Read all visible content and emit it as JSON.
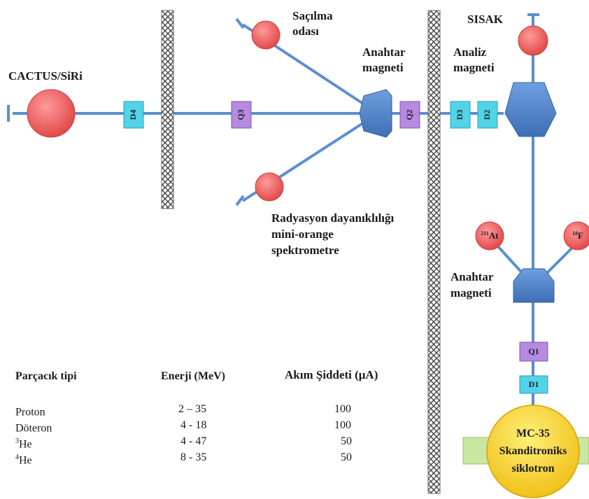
{
  "labels": {
    "cactus": "CACTUS/SiRi",
    "sacilma_1": "Saçılma",
    "sacilma_2": "odası",
    "anahtar1_1": "Anahtar",
    "anahtar1_2": "magneti",
    "analiz_1": "Analiz",
    "analiz_2": "magneti",
    "sisak": "SISAK",
    "radyasyon_1": "Radyasyon dayanıklılığı",
    "radyasyon_2": "mini-orange",
    "radyasyon_3": "spektrometre",
    "anahtar2_1": "Anahtar",
    "anahtar2_2": "magneti",
    "at211_mass": "211",
    "at211_sym": "At",
    "f18_mass": "18",
    "f18_sym": "F",
    "cyclotron_1": "MC-35",
    "cyclotron_2": "Skanditroniks",
    "cyclotron_3": "siklotron"
  },
  "elements": {
    "d4": "D4",
    "q3": "Q3",
    "q2": "Q2",
    "d3": "D3",
    "d2": "D2",
    "q1": "Q1",
    "d1": "D1"
  },
  "table": {
    "headers": {
      "type": "Parçacık tipi",
      "energy": "Enerji (MeV)",
      "current": "Akım Şiddeti (μA)"
    },
    "rows": [
      {
        "type_sup": "",
        "type": "Proton",
        "energy": "2 – 35",
        "current": "100"
      },
      {
        "type_sup": "",
        "type": "Döteron",
        "energy": "4 - 18",
        "current": "100"
      },
      {
        "type_sup": "3",
        "type": "He",
        "energy": "4 - 47",
        "current": "50"
      },
      {
        "type_sup": "4",
        "type": "He",
        "energy": "8 - 35",
        "current": "50"
      }
    ]
  },
  "colors": {
    "beamline": "#5b8fd1",
    "chamber": "#ee5c5c",
    "dipole_box": "#52d4e8",
    "quad_box": "#b58ae0",
    "magnet": "#4f81c7",
    "cyclotron": "#f4cc2c",
    "cyclotron_base": "#c9e7a0",
    "wall": "#555555"
  }
}
